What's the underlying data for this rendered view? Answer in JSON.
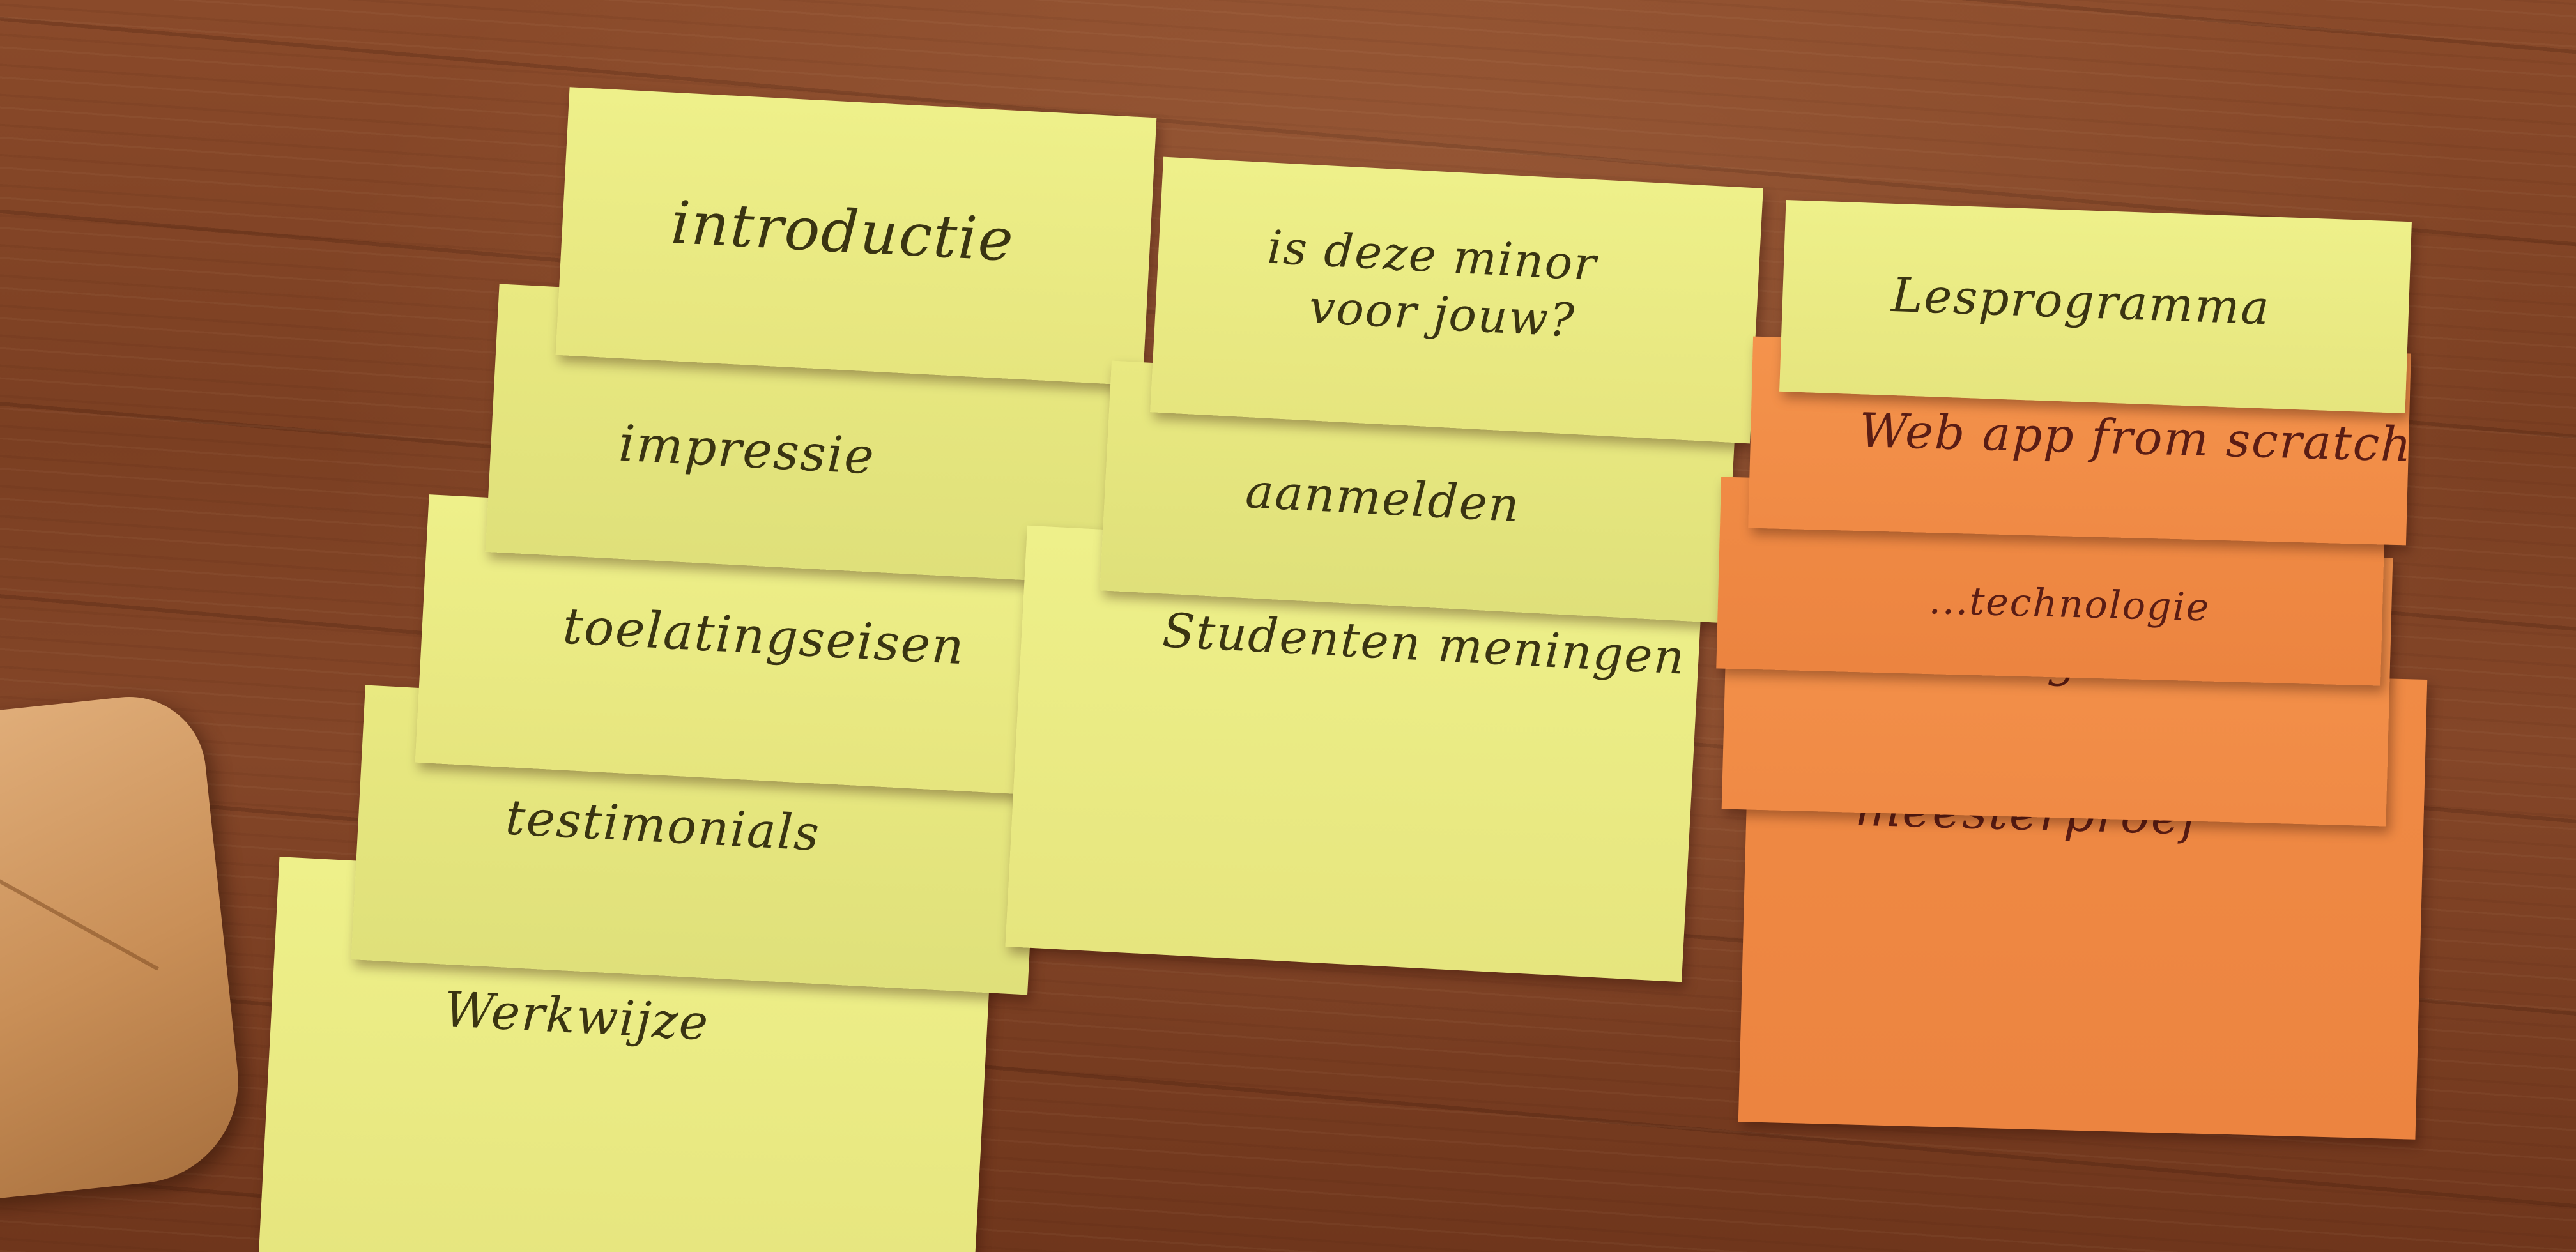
{
  "scene": {
    "surface": "wooden-floor",
    "colors": {
      "yellow_card": "#e9e981",
      "orange_card": "#f08a45",
      "ink": "#3a3412",
      "red_ink": "#5a1d14",
      "floor": "#7b3f22"
    }
  },
  "columns": {
    "left": {
      "cards": [
        {
          "label": "introductie"
        },
        {
          "label": "impressie"
        },
        {
          "label": "toelatingseisen"
        },
        {
          "label": "testimonials"
        },
        {
          "label": "Werkwijze"
        }
      ]
    },
    "middle": {
      "cards": [
        {
          "label_line1": "is deze minor",
          "label_line2": "voor jouw?"
        },
        {
          "label": "aanmelden"
        },
        {
          "label": "Studenten meningen"
        }
      ]
    },
    "right": {
      "cards": [
        {
          "label": "Lesprogramma"
        },
        {
          "label": "Web app from scratch"
        },
        {
          "label": "...technologie"
        },
        {
          "label": "Web design"
        },
        {
          "label": "meesterproef"
        }
      ]
    }
  }
}
